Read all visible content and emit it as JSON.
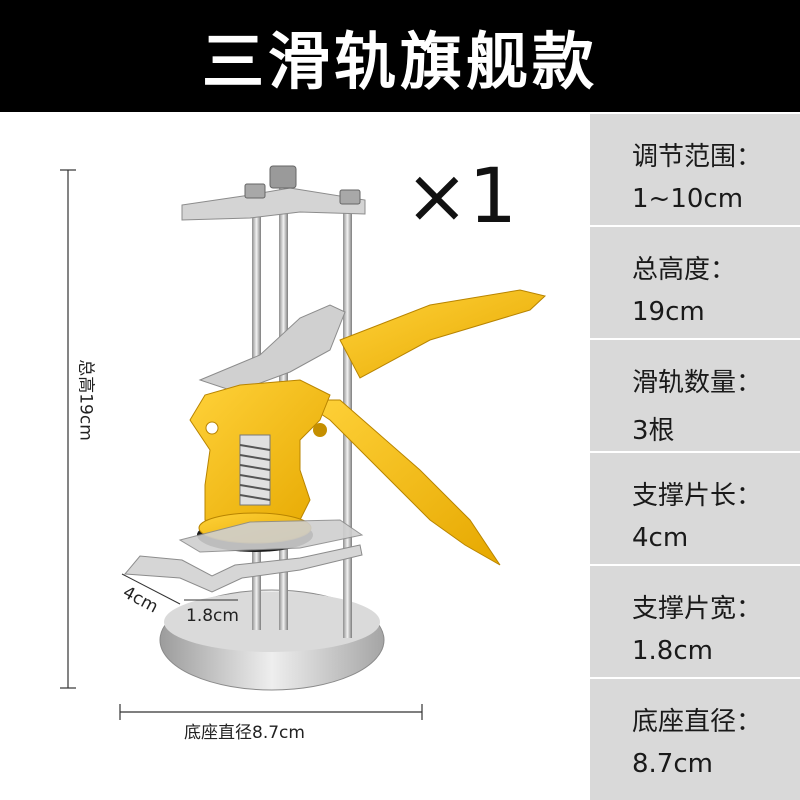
{
  "header": {
    "title": "三滑轨旗舰款"
  },
  "quantity": "×1",
  "dimensions": {
    "total_height_label": "总高19cm",
    "base_diameter_label": "底座直径8.7cm",
    "plate_length_label": "4cm",
    "plate_width_label": "1.8cm"
  },
  "specs": [
    {
      "label": "调节范围：",
      "value": "1~10cm"
    },
    {
      "label": "总高度：",
      "value": "19cm"
    },
    {
      "label": "滑轨数量：",
      "value": "3根"
    },
    {
      "label": "支撑片长：",
      "value": "4cm"
    },
    {
      "label": "支撑片宽：",
      "value": "1.8cm"
    },
    {
      "label": "底座直径：",
      "value": "8.7cm"
    }
  ],
  "colors": {
    "header_bg": "#000000",
    "spec_bg": "#d9d9d9",
    "handle_yellow": "#f5b800",
    "steel": "#c8c8c8"
  }
}
